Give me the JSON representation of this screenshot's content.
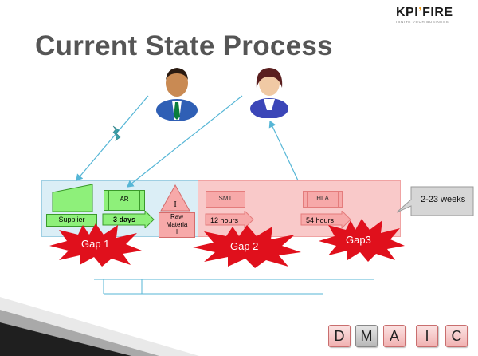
{
  "logo": {
    "kpi": "KPI",
    "flame": "’",
    "fire": "FIRE",
    "tagline": "IGNITE YOUR BUSINESS"
  },
  "title": "Current State Process",
  "process": {
    "supplier_label": "Supplier",
    "ar_label": "AR",
    "ar_time": "3 days",
    "inventory_symbol": "I",
    "raw_material_label_line1": "Raw",
    "raw_material_label_line2": "Materia",
    "raw_material_label_line3": "l",
    "smt_label": "SMT",
    "smt_time": "12 hours",
    "hla_label": "HLA",
    "hla_time": "54 hours"
  },
  "gaps": [
    "Gap 1",
    "Gap 2",
    "Gap3"
  ],
  "callout": "2-23 weeks",
  "dmaic": [
    "D",
    "M",
    "A",
    "I",
    "C"
  ],
  "dmaic_active_index": 1,
  "colors": {
    "green": "#8ef07a",
    "red_region": "#f9c9c9",
    "blue_region": "#dbeef6",
    "gap_star": "#e0101c",
    "arrow": "#56b6d6"
  }
}
